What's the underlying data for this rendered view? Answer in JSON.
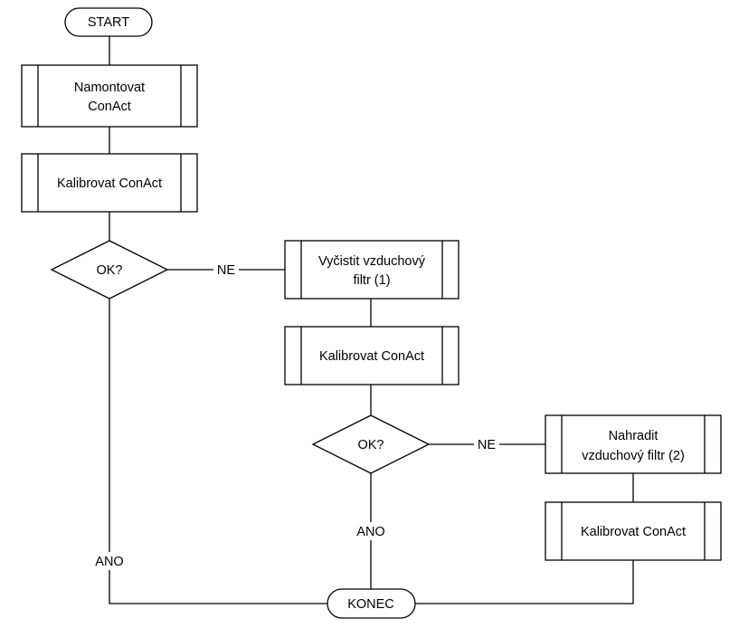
{
  "diagram": {
    "start": "START",
    "end": "KONEC",
    "processes": {
      "mount": [
        "Namontovat",
        "ConAct"
      ],
      "calibrate_1": [
        "Kalibrovat ConAct"
      ],
      "clean_filter": [
        "Vyčistit vzduchový",
        "filtr (1)"
      ],
      "calibrate_2": [
        "Kalibrovat ConAct"
      ],
      "replace_filter": [
        "Nahradit",
        "vzduchový filtr (2)"
      ],
      "calibrate_3": [
        "Kalibrovat ConAct"
      ]
    },
    "decisions": {
      "check_1": "OK?",
      "check_2": "OK?"
    },
    "edge_labels": {
      "no_1": "NE",
      "no_2": "NE",
      "yes_1": "ANO",
      "yes_2": "ANO"
    }
  }
}
